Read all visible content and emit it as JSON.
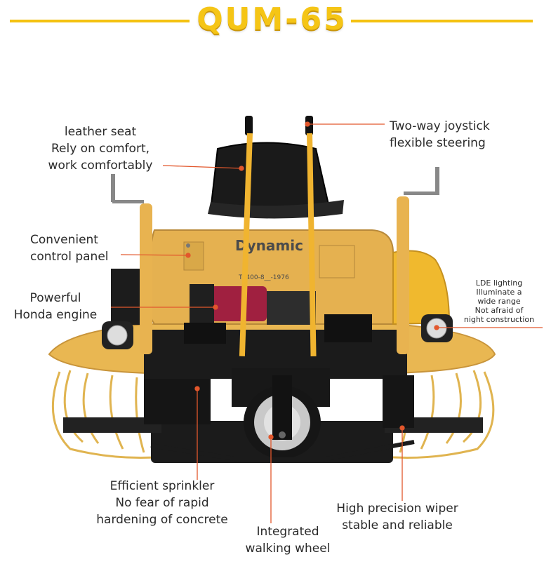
{
  "title": "QUM-65",
  "accent_color": "#f4c211",
  "leader_color": "#e2572c",
  "machine": {
    "brand_on_panel": "Dynamic",
    "phone_on_panel": "T: 400-8__-1976"
  },
  "callouts": {
    "leather_seat": [
      "leather seat",
      "Rely on comfort,",
      "work comfortably"
    ],
    "joystick": [
      "Two-way joystick",
      "flexible steering"
    ],
    "control_panel": [
      "Convenient",
      "control panel"
    ],
    "engine": [
      "Powerful",
      "Honda engine"
    ],
    "lighting": [
      "LDE lighting",
      "Illuminate a",
      "wide range",
      "Not afraid of",
      "night construction"
    ],
    "sprinkler": [
      "Efficient sprinkler",
      "No fear of rapid",
      "hardening of concrete"
    ],
    "wheel": [
      "Integrated",
      "walking wheel"
    ],
    "wiper": [
      "High precision wiper",
      "stable and reliable"
    ]
  }
}
